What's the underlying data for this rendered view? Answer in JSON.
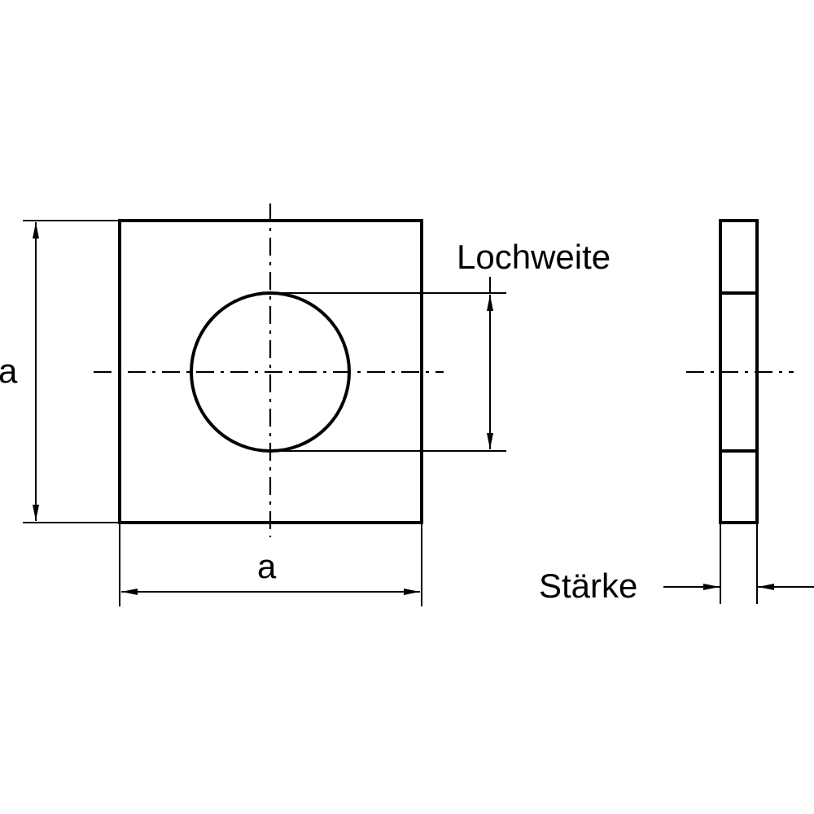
{
  "labels": {
    "width_label": "a",
    "height_label": "a",
    "hole_label": "Lochweite",
    "thickness_label": "Stärke"
  },
  "colors": {
    "plate_fill": "#c8c8c8",
    "background": "#ffffff",
    "line": "#000000"
  }
}
